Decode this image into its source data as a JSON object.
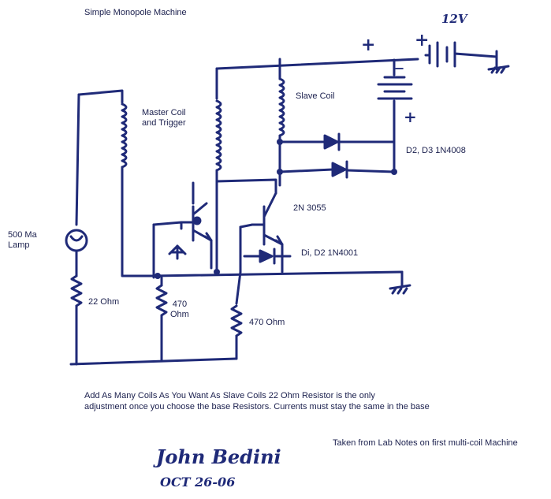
{
  "title": "Simple Monopole Machine",
  "labels": {
    "voltage": "12V",
    "plus_top_left": "+",
    "plus_top_right": "+",
    "minus_battery": "−",
    "plus_battery": "+",
    "slave_coil": "Slave Coil",
    "master_coil": "Master Coil\nand Trigger",
    "diodes_top": "D2, D3 1N4008",
    "transistor": "2N 3055",
    "diodes_bottom": "Di, D2 1N4001",
    "lamp": "500 Ma\nLamp",
    "r22": "22 Ohm",
    "r470a": "470\nOhm",
    "r470b": "470 Ohm"
  },
  "notes": {
    "line1": "Add As Many Coils As You Want  As Slave Coils  22 Ohm Resistor is the only",
    "line2": "adjustment once you choose the base Resistors. Currents must stay the same in the base",
    "source": "Taken from Lab Notes on first multi-coil Machine"
  },
  "signature": {
    "name": "John Bedini",
    "date": "OCT 26-06"
  },
  "colors": {
    "ink": "#1f2a78",
    "text": "#1a1f4d"
  }
}
